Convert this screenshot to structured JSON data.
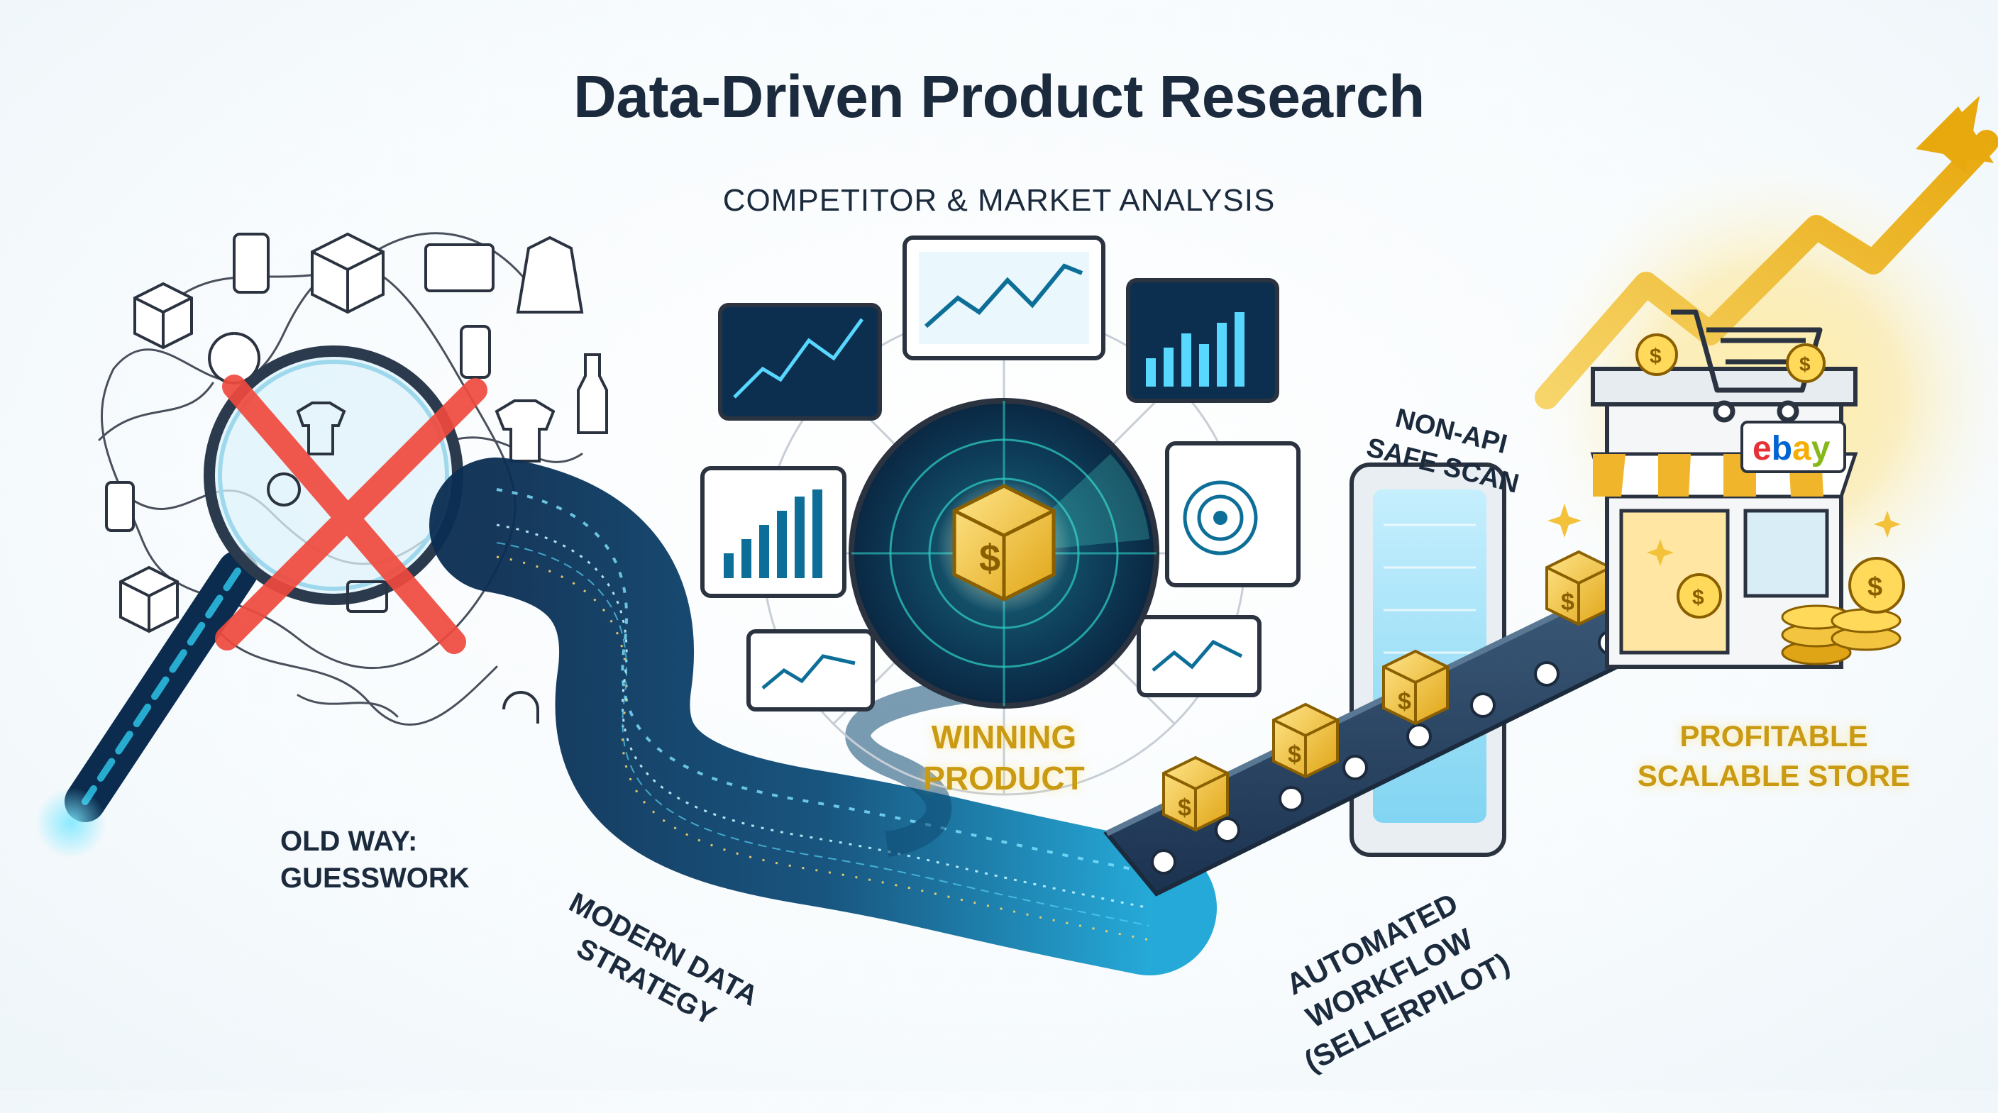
{
  "title": "Data-Driven Product Research",
  "subtitle": "COMPETITOR & MARKET ANALYSIS",
  "stages": {
    "old_way_line1": "OLD WAY:",
    "old_way_line2": "GUESSWORK",
    "modern_line1": "MODERN DATA",
    "modern_line2": "STRATEGY",
    "winning_line1": "WINNING",
    "winning_line2": "PRODUCT",
    "scan_line1": "NON-API",
    "scan_line2": "SAFE SCAN",
    "workflow_line1": "AUTOMATED WORKFLOW",
    "workflow_line2": "(SELLERPILOT)",
    "store_line1": "PROFITABLE",
    "store_line2": "SCALABLE STORE"
  },
  "icons": {
    "product_box_symbol": "$",
    "coin_symbol": "$",
    "store_brand": [
      "e",
      "b",
      "a",
      "y"
    ]
  },
  "colors": {
    "accent_cyan": "#2cc3e6",
    "accent_gold": "#f1c232",
    "cross_red": "#f04a3e",
    "ink": "#1b2a3c",
    "brand_colors": [
      "#e53238",
      "#0064d2",
      "#f5af02",
      "#86b817"
    ]
  }
}
